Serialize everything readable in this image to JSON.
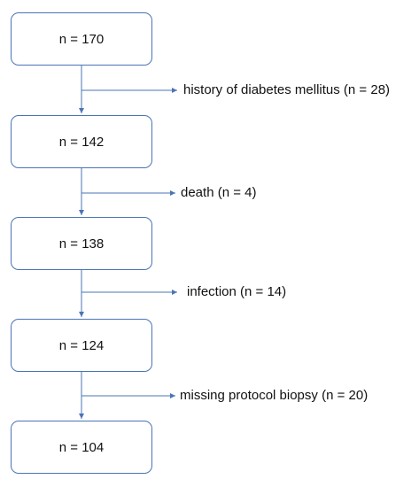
{
  "flow": {
    "boxes": [
      {
        "label": "n = 170"
      },
      {
        "label": "n = 142"
      },
      {
        "label": "n = 138"
      },
      {
        "label": "n = 124"
      },
      {
        "label": "n = 104"
      }
    ],
    "exclusions": [
      {
        "label": "history of diabetes mellitus (n = 28)"
      },
      {
        "label": "death (n = 4)"
      },
      {
        "label": "infection (n = 14)"
      },
      {
        "label": "missing protocol biopsy  (n = 20)"
      }
    ]
  },
  "colors": {
    "line": "#4a74b5",
    "text": "#111111"
  }
}
